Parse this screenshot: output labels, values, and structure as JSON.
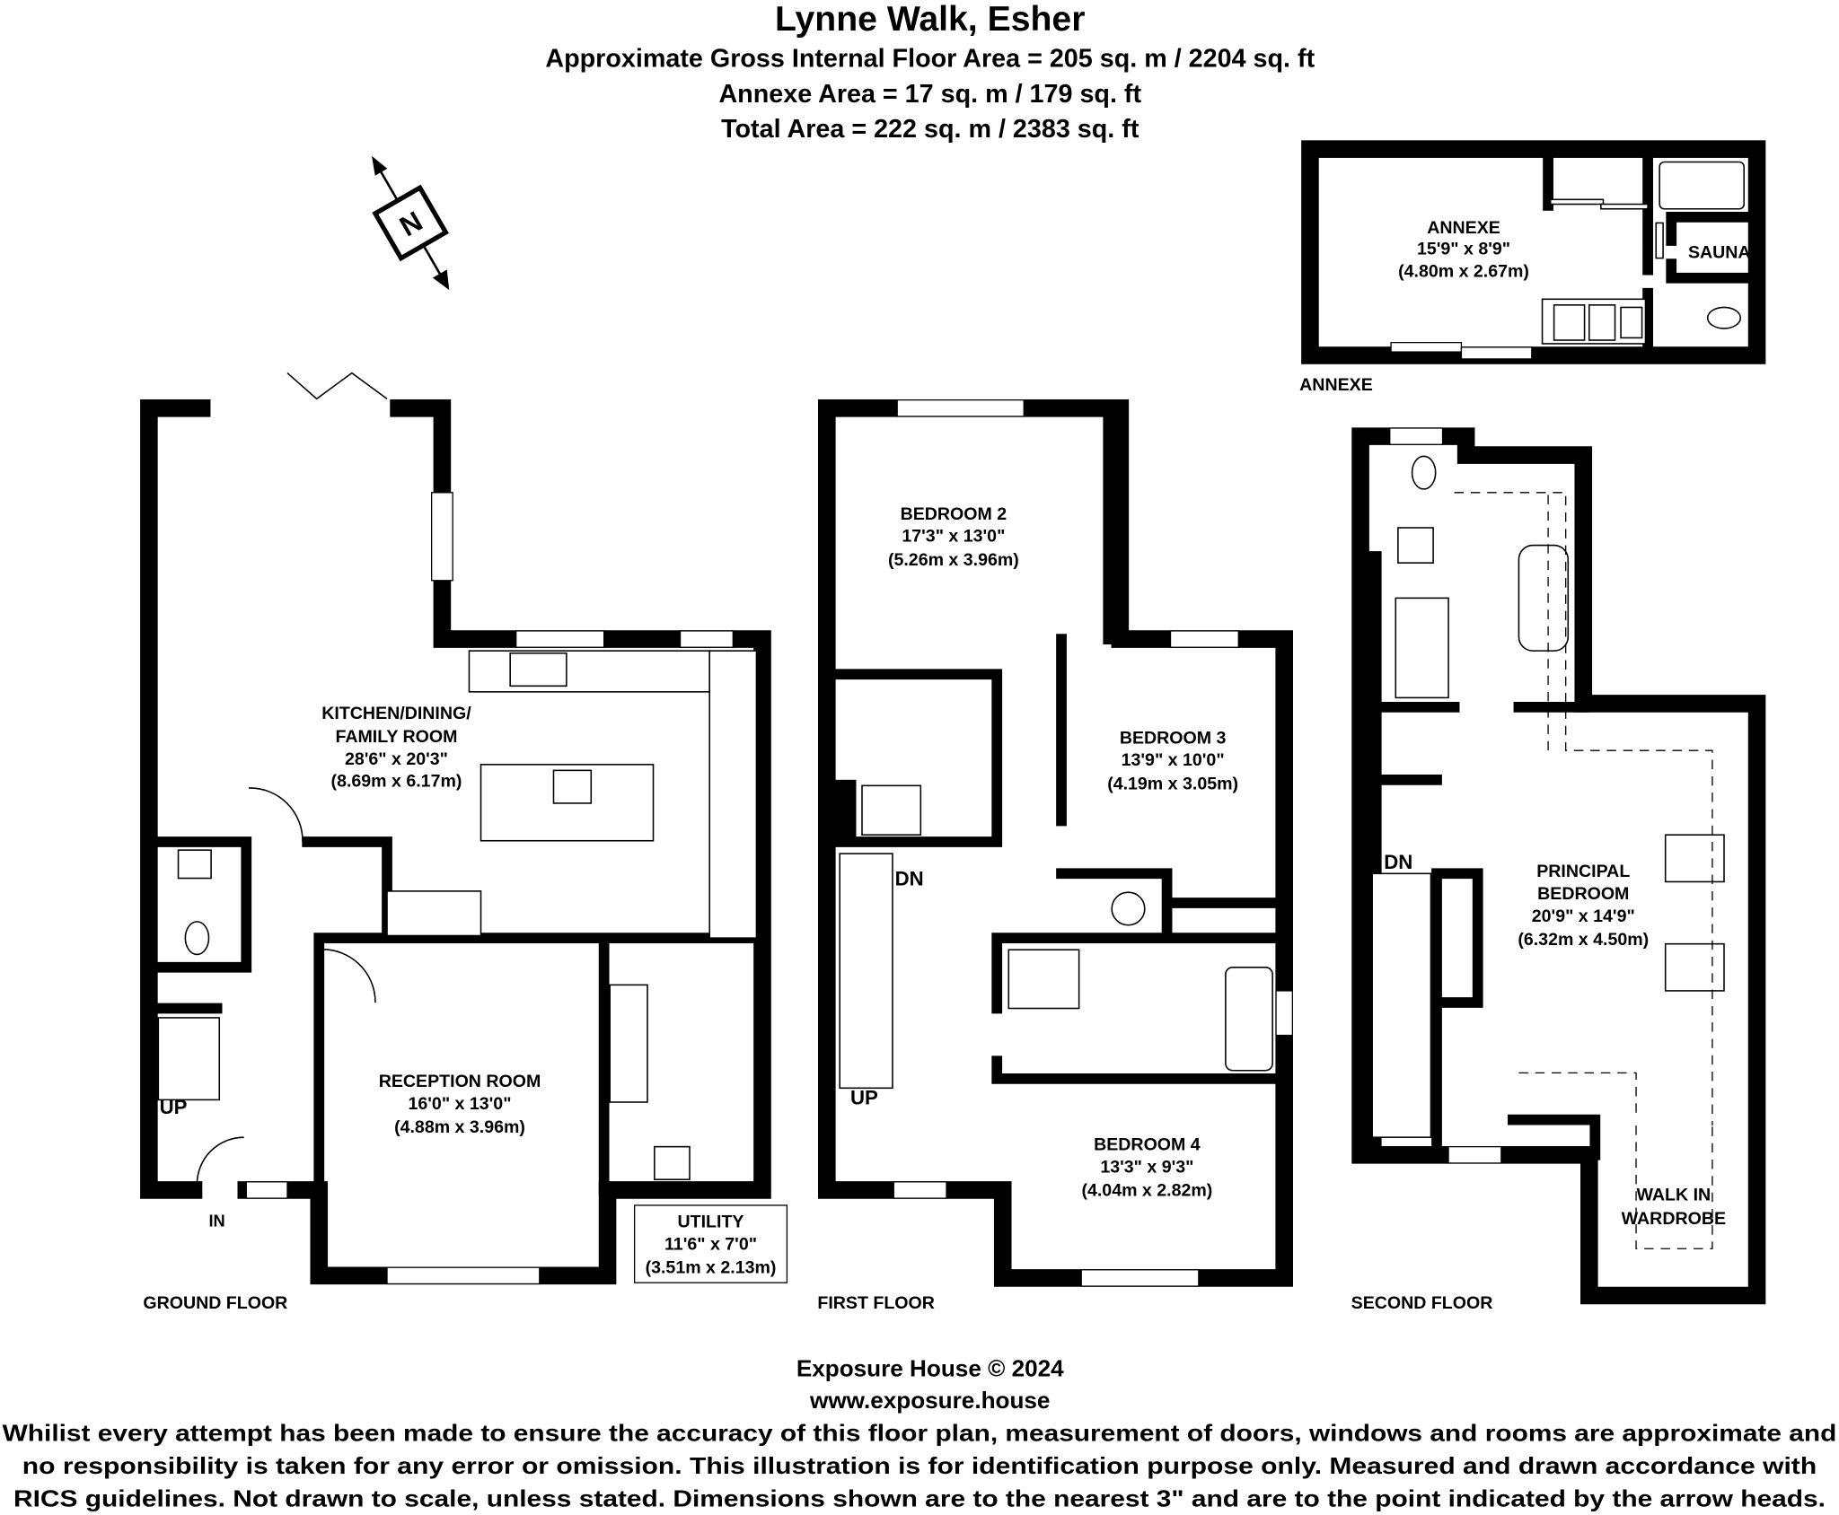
{
  "header": {
    "title": "Lynne Walk, Esher",
    "gross_area": "Approximate Gross Internal Floor Area = 205 sq. m / 2204 sq. ft",
    "annexe_area": "Annexe Area = 17 sq. m / 179 sq. ft",
    "total_area": "Total Area = 222 sq. m / 2383 sq. ft"
  },
  "compass": {
    "label": "N"
  },
  "floors": {
    "ground": "GROUND FLOOR",
    "first": "FIRST FLOOR",
    "second": "SECOND FLOOR",
    "annexe": "ANNEXE"
  },
  "rooms": {
    "kitchen": {
      "name1": "KITCHEN/DINING/",
      "name2": "FAMILY ROOM",
      "imperial": "28'6\" x 20'3\"",
      "metric": "(8.69m x 6.17m)"
    },
    "reception": {
      "name": "RECEPTION ROOM",
      "imperial": "16'0\" x 13'0\"",
      "metric": "(4.88m x 3.96m)"
    },
    "utility": {
      "name": "UTILITY",
      "imperial": "11'6\" x 7'0\"",
      "metric": "(3.51m x 2.13m)"
    },
    "bedroom2": {
      "name": "BEDROOM 2",
      "imperial": "17'3\" x 13'0\"",
      "metric": "(5.26m x 3.96m)"
    },
    "bedroom3": {
      "name": "BEDROOM 3",
      "imperial": "13'9\" x 10'0\"",
      "metric": "(4.19m x 3.05m)"
    },
    "bedroom4": {
      "name": "BEDROOM 4",
      "imperial": "13'3\" x 9'3\"",
      "metric": "(4.04m x 2.82m)"
    },
    "principal": {
      "name1": "PRINCIPAL",
      "name2": "BEDROOM",
      "imperial": "20'9\" x 14'9\"",
      "metric": "(6.32m x 4.50m)"
    },
    "wardrobe": {
      "name1": "WALK IN",
      "name2": "WARDROBE"
    },
    "annexe": {
      "name": "ANNEXE",
      "imperial": "15'9\" x 8'9\"",
      "metric": "(4.80m x 2.67m)"
    },
    "sauna": {
      "name": "SAUNA"
    }
  },
  "markers": {
    "up": "UP",
    "dn": "DN",
    "in": "IN"
  },
  "footer": {
    "company": "Exposure House © 2024",
    "website": "www.exposure.house",
    "disclaimer1": "Whilist every attempt has been made to ensure the accuracy of this floor plan, measurement of doors, windows and rooms are approximate and",
    "disclaimer2": "no responsibility is taken for any error or omission. This illustration is for identification purpose only. Measured and drawn accordance with",
    "disclaimer3": "RICS guidelines. Not drawn to scale, unless stated. Dimensions shown are to the nearest 3\" and are to the point indicated by the arrow heads."
  }
}
